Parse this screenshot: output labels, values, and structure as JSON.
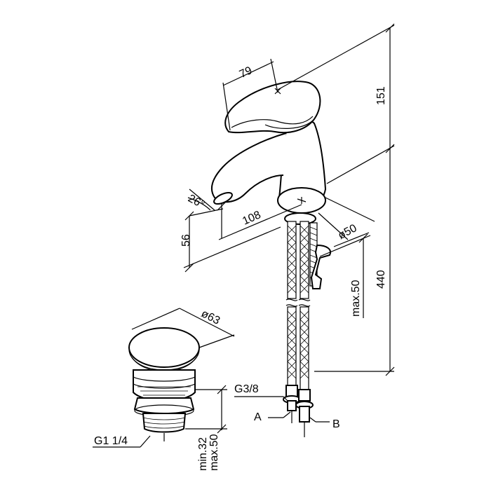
{
  "diagram": {
    "dimensions": {
      "handle_width": "79",
      "top_height": "151",
      "spout_angle": "26°",
      "spout_reach": "108",
      "spout_height": "56",
      "body_diameter": "ø50",
      "deck_thickness": "max.50",
      "total_height": "440",
      "waste_diameter": "ø63",
      "waste_thread": "G1 1/4",
      "waste_height_min": "min.32",
      "waste_height_max": "max.50",
      "hose_thread": "G3/8"
    },
    "callouts": {
      "a": "A",
      "b": "B"
    },
    "style": {
      "line_color": "#000000",
      "background": "#ffffff"
    }
  }
}
